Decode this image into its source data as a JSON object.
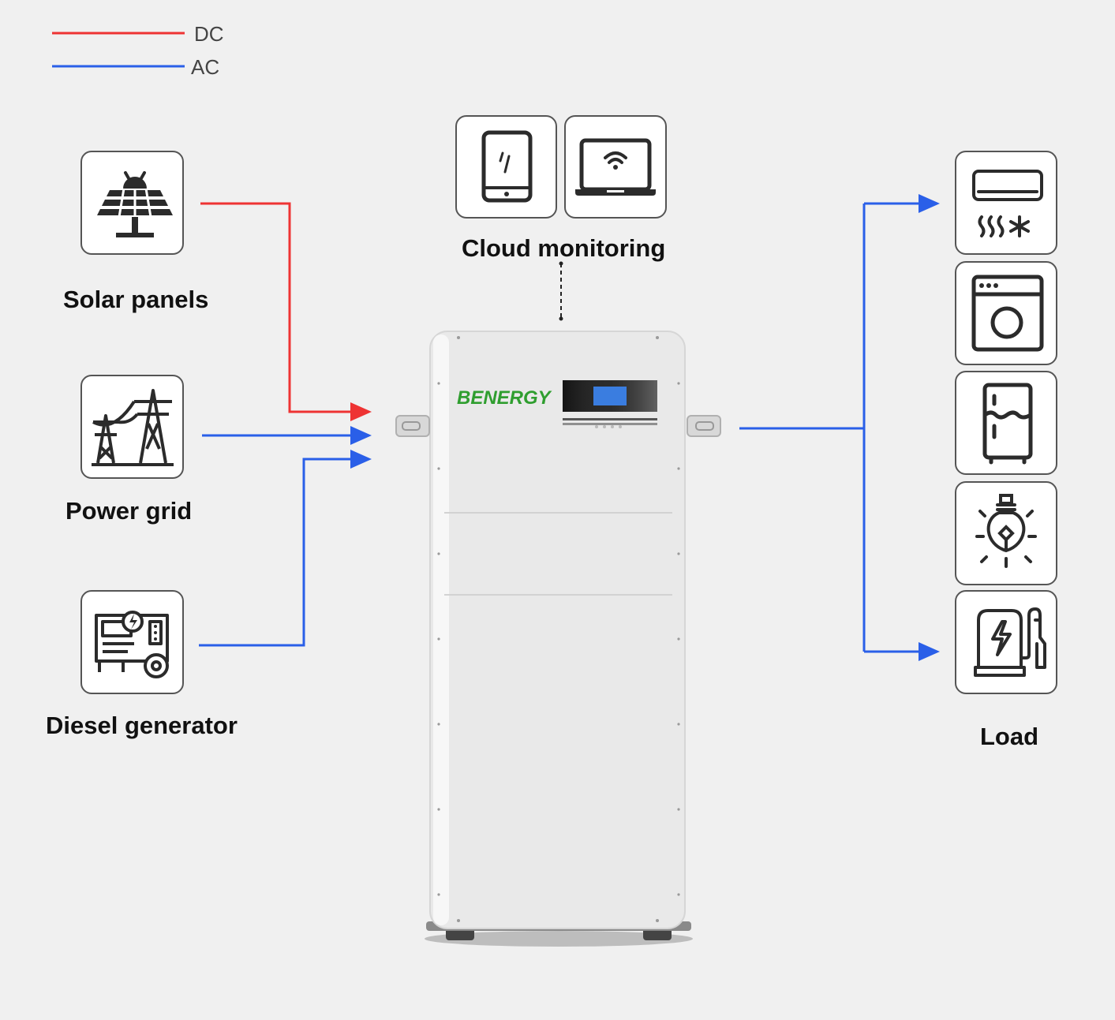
{
  "legend": [
    {
      "label": "DC",
      "color": "#ee3333"
    },
    {
      "label": "AC",
      "color": "#2a5fe8"
    }
  ],
  "sources": [
    {
      "label": "Solar panels",
      "icon": "solar-panel-icon",
      "line": "DC"
    },
    {
      "label": "Power grid",
      "icon": "power-tower-icon",
      "line": "AC"
    },
    {
      "label": "Diesel generator",
      "icon": "generator-icon",
      "line": "AC"
    }
  ],
  "monitoring": {
    "label": "Cloud monitoring",
    "icons": [
      "smartphone-icon",
      "laptop-wifi-icon"
    ]
  },
  "device": {
    "brand": "BENERGY",
    "brand_color": "#2f9e2f",
    "screen_color": "#3a7de0"
  },
  "load": {
    "label": "Load",
    "icons": [
      "air-conditioner-icon",
      "washing-machine-icon",
      "refrigerator-icon",
      "light-bulb-icon",
      "ev-charger-icon"
    ]
  }
}
